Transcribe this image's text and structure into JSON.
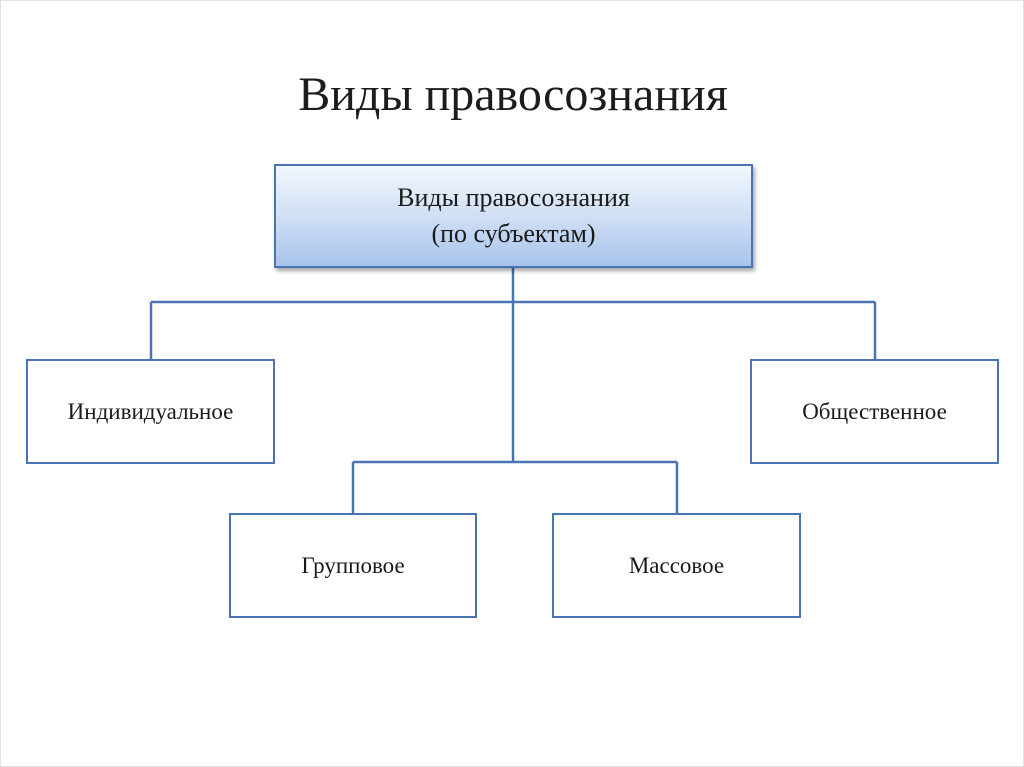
{
  "slide": {
    "title": "Виды правосознания"
  },
  "diagram": {
    "root": {
      "line1": "Виды правосознания",
      "line2": "(по субъектам)"
    },
    "children": {
      "individual": "Индивидуальное",
      "social": "Общественное",
      "group": "Групповое",
      "mass": "Массовое"
    }
  },
  "colors": {
    "border": "#4a73b3",
    "root_gradient_top": "#f3f7fd",
    "root_gradient_bottom": "#a9c4ec"
  }
}
